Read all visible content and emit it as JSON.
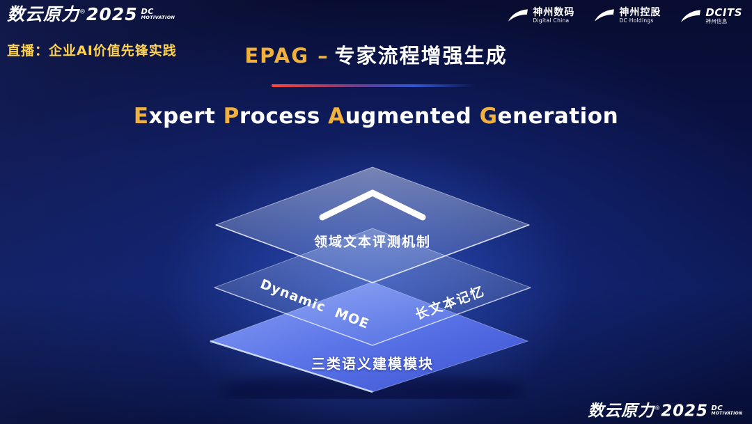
{
  "brand": {
    "name": "数云原力",
    "reg": "®",
    "year": "2025",
    "sub_top": "DC",
    "sub_bottom": "MOTIVATION"
  },
  "header": {
    "live_label": "直播：企业AI价值先锋实践",
    "partners": [
      {
        "name": "神州数码",
        "sub": "Digital China"
      },
      {
        "name": "神州控股",
        "sub": "DC Holdings"
      },
      {
        "name": "DCITS",
        "sub": "神州信息"
      }
    ]
  },
  "title": {
    "highlight": "EPAG –",
    "rest": "专家流程增强生成"
  },
  "subtitle": {
    "parts": [
      "E",
      "xpert ",
      "P",
      "rocess ",
      "A",
      "ugmented ",
      "G",
      "eneration"
    ]
  },
  "diagram": {
    "top_layer_label": "领域文本评测机制",
    "middle_left_label": "Dynamic MOE",
    "middle_right_label": "长文本记忆",
    "bottom_layer_label": "三类语义建模模块"
  },
  "colors": {
    "gold": "#f0b13e",
    "live_label_yellow": "#ffd24e",
    "background_deep": "#080c30",
    "glow_blue": "#2850c8",
    "bottom_layer_blue": "#5a74e8",
    "divider_red": "#ff4538",
    "divider_blue": "#2f55d4"
  }
}
